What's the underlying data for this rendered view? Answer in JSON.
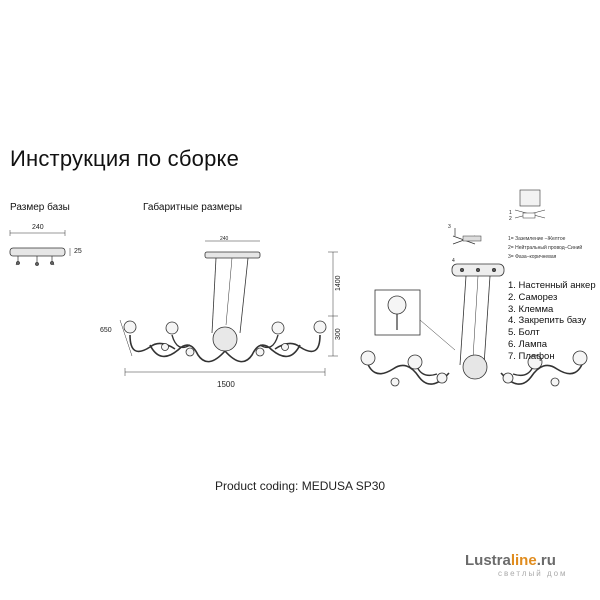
{
  "title": "Инструкция по сборке",
  "base": {
    "heading": "Размер базы",
    "width_label": "240",
    "height_label": "25"
  },
  "dims": {
    "heading": "Габаритные размеры",
    "canopy_label": "240",
    "total_height": "1400",
    "height_label": "650",
    "body_height": "300",
    "width_label": "1500"
  },
  "wiring": [
    "1= Заземление –Желтое",
    "2= Нейтральный провод–Синий",
    "3= Фаза–коричневая"
  ],
  "detail_labels": [
    "1",
    "2",
    "3",
    "4"
  ],
  "steps": [
    "1. Настенный анкер",
    "2. Саморез",
    "3. Клемма",
    "4. Закрепить базу",
    "5. Болт",
    "6. Лампа",
    "7. Плафон"
  ],
  "product_coding": "Product coding:  MEDUSA SP30",
  "logo": {
    "part1": "Lustra",
    "part2": "line",
    "part3": ".ru",
    "tagline": "светлый дом",
    "accent_color": "#e08c1e"
  }
}
